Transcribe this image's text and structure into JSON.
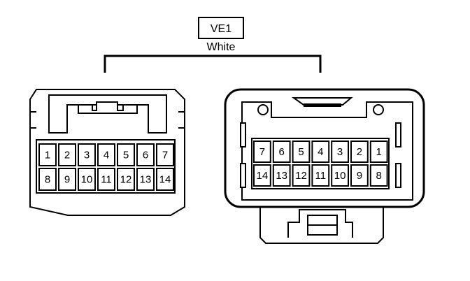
{
  "connector": {
    "code": "VE1",
    "color": "White"
  },
  "male_connector": {
    "rows": [
      [
        "1",
        "2",
        "3",
        "4",
        "5",
        "6",
        "7"
      ],
      [
        "8",
        "9",
        "10",
        "11",
        "12",
        "13",
        "14"
      ]
    ]
  },
  "female_connector": {
    "rows": [
      [
        "7",
        "6",
        "5",
        "4",
        "3",
        "2",
        "1"
      ],
      [
        "14",
        "13",
        "12",
        "11",
        "10",
        "9",
        "8"
      ]
    ]
  },
  "colors": {
    "stroke": "#000000",
    "background": "#ffffff"
  }
}
